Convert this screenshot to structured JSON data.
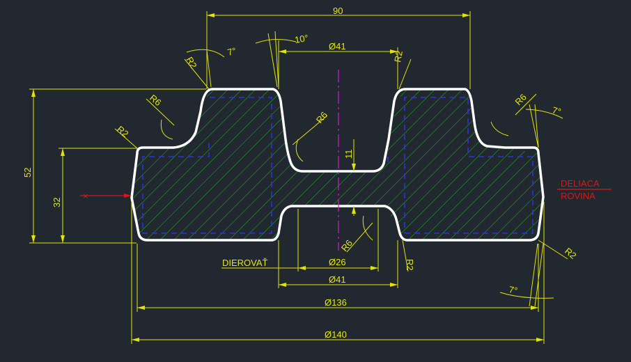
{
  "drawing": {
    "colors": {
      "background": "#212830",
      "outline": "#ffffff",
      "hatch": "#1fa31f",
      "dimension": "#e3e30a",
      "hidden_line": "#2a33e0",
      "axis": "#d61cd6",
      "annotation_red": "#e01515"
    },
    "dims": {
      "top_width": "90",
      "upper_bore": "Ø41",
      "lower_bore": "Ø41",
      "inner_bore": "Ø26",
      "width_136": "Ø136",
      "width_140": "Ø140",
      "height_52": "52",
      "height_32": "32",
      "gap_11": "11"
    },
    "radii": {
      "r2_top_left": "R2",
      "r6_left_upper": "R6",
      "r2_left_mid": "R2",
      "r6_center": "R6",
      "r2_top_right": "R2",
      "r6_right": "R6",
      "r6_lower": "R6",
      "r2_lower_center": "R2",
      "r2_right_bottom": "R2"
    },
    "angles": {
      "draft_top_left": "7°",
      "draft_top_center": "10°",
      "draft_right": "7°",
      "draft_bottom_right": "7°"
    },
    "notes": {
      "pierce": "DIEROVAŤ",
      "parting_line_1": "DELIACA",
      "parting_line_2": "ROVINA"
    }
  }
}
